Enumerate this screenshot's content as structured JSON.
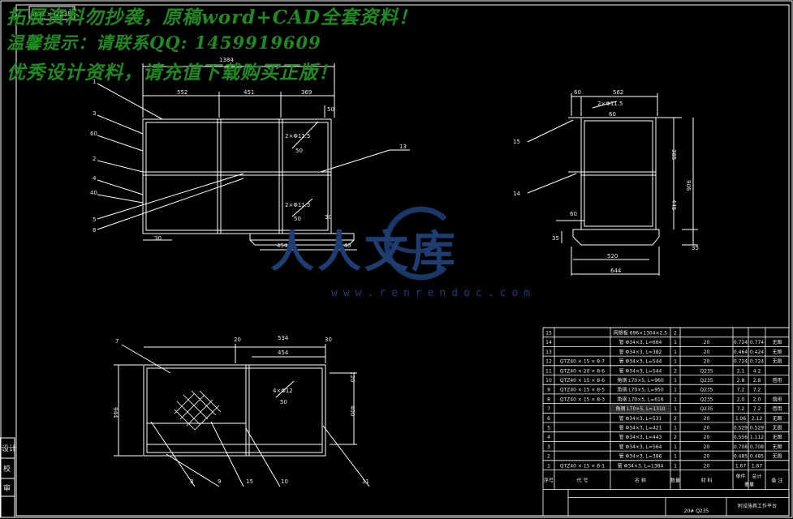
{
  "watermark": {
    "line1": "拓展资料勿抄袭，原稿word+CAD全套资料！",
    "line2": "温馨提示：请联系QQ: 1459919609",
    "line3": "优秀设计资料，请充值下载购买正版！"
  },
  "logo": {
    "text": "人人文库",
    "url": "www.renrendoc.com"
  },
  "drawing": {
    "note_box": "4-M × Q235",
    "front_view": {
      "overall_width": "1384",
      "dims": [
        "552",
        "451",
        "369",
        "50",
        "30",
        "454",
        "140",
        "30"
      ],
      "hole": "2×Φ11.5",
      "hole_depth": "50",
      "balloons": [
        "1",
        "3",
        "60",
        "2",
        "4",
        "40",
        "5",
        "8",
        "13"
      ]
    },
    "side_view": {
      "dims": [
        "60",
        "562",
        "385",
        "906",
        "445",
        "60",
        "35",
        "520",
        "644",
        "35"
      ],
      "hole": "2×Φ11.5",
      "hole_depth": "60",
      "balloons": [
        "15",
        "14"
      ]
    },
    "plan_view": {
      "dims": [
        "20",
        "534",
        "30",
        "454",
        "120",
        "400",
        "944"
      ],
      "hole": "4×Φ12",
      "hole_depth": "50",
      "balloons": [
        "7",
        "8",
        "9",
        "15",
        "10",
        "11"
      ]
    },
    "left_stamps": [
      "设计",
      "校",
      "审"
    ]
  },
  "bom": {
    "rows": [
      {
        "no": "15",
        "code": "",
        "name": "网格板 696×1304×2.5",
        "qty": "2",
        "mat": "",
        "unit": "",
        "total": "",
        "note": "",
        "highlight": false
      },
      {
        "no": "14",
        "code": "",
        "name": "管 Φ34×3, L=664",
        "qty": "1",
        "mat": "20",
        "unit": "0.724",
        "total": "0.774",
        "note": "无图",
        "highlight": false
      },
      {
        "no": "13",
        "code": "",
        "name": "管 Φ34×3, L=382",
        "qty": "1",
        "mat": "20",
        "unit": "0.464",
        "total": "0.424",
        "note": "无图",
        "highlight": false
      },
      {
        "no": "12",
        "code": "QTZ40 × 15 × 8-7",
        "name": "管 Φ34×3, L=544",
        "qty": "1",
        "mat": "20",
        "unit": "0.724",
        "total": "0.724",
        "note": "无图",
        "highlight": false
      },
      {
        "no": "11",
        "code": "QTZ40 × 20 × 8-6",
        "name": "管 Φ34×3, L=544",
        "qty": "2",
        "mat": "Q235",
        "unit": "2.1",
        "total": "4.2",
        "note": "",
        "highlight": false
      },
      {
        "no": "10",
        "code": "QTZ40 × 15 × 8-6",
        "name": "角钢 L70×5, L=960",
        "qty": "1",
        "mat": "Q235",
        "unit": "2.8",
        "total": "2.8",
        "note": "借用",
        "highlight": false
      },
      {
        "no": "9",
        "code": "QTZ40 × 15 × 8-5",
        "name": "角钢 L70×5, L=950",
        "qty": "1",
        "mat": "Q235",
        "unit": "7.2",
        "total": "7.2",
        "note": "",
        "highlight": false
      },
      {
        "no": "8",
        "code": "QTZ40 × 15 × 8-3",
        "name": "角钢 L70×5, L=616",
        "qty": "1",
        "mat": "Q235",
        "unit": "2.0",
        "total": "2.0",
        "note": "借用",
        "highlight": false
      },
      {
        "no": "7",
        "code": "",
        "name": "角钢 L70×5, L=1310",
        "qty": "1",
        "mat": "Q235",
        "unit": "7.2",
        "total": "7.2",
        "note": "借用",
        "highlight": true
      },
      {
        "no": "6",
        "code": "",
        "name": "管 Φ34×3, L=531",
        "qty": "2",
        "mat": "20",
        "unit": "1.06",
        "total": "2.12",
        "note": "无图",
        "highlight": false
      },
      {
        "no": "5",
        "code": "",
        "name": "管 Φ34×3, L=421",
        "qty": "1",
        "mat": "20",
        "unit": "0.529",
        "total": "0.529",
        "note": "无图",
        "highlight": false
      },
      {
        "no": "4",
        "code": "",
        "name": "管 Φ34×3, L=443",
        "qty": "2",
        "mat": "20",
        "unit": "0.556",
        "total": "1.112",
        "note": "无图",
        "highlight": false
      },
      {
        "no": "3",
        "code": "",
        "name": "管 Φ34×3, L=564",
        "qty": "1",
        "mat": "20",
        "unit": "0.708",
        "total": "0.708",
        "note": "无图",
        "highlight": false
      },
      {
        "no": "2",
        "code": "",
        "name": "管 Φ34×3, L=386",
        "qty": "1",
        "mat": "20",
        "unit": "0.485",
        "total": "0.485",
        "note": "无图",
        "highlight": false
      },
      {
        "no": "1",
        "code": "QTZ40 × 15 × 8-1",
        "name": "管 Φ34×3, L=1384",
        "qty": "1",
        "mat": "20",
        "unit": "1.67",
        "total": "1.67",
        "note": "",
        "highlight": false
      }
    ],
    "header": {
      "no": "序号",
      "code": "代 号",
      "name": "名 称",
      "qty": "数量",
      "mat": "材 料",
      "unit": "单件",
      "total": "总计",
      "weight": "重量",
      "note": "备 注"
    },
    "title_part": "附设施具工作平台",
    "title_mat": "20# Q235"
  }
}
